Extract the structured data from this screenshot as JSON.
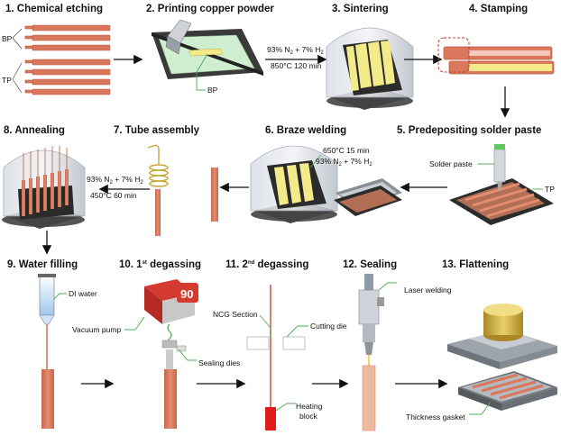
{
  "steps": [
    {
      "num": "1.",
      "name": "Chemical etching"
    },
    {
      "num": "2.",
      "name": "Printing copper powder"
    },
    {
      "num": "3.",
      "name": "Sintering"
    },
    {
      "num": "4.",
      "name": "Stamping"
    },
    {
      "num": "5.",
      "name": "Predepositing solder paste"
    },
    {
      "num": "6.",
      "name": "Braze welding"
    },
    {
      "num": "7.",
      "name": "Tube assembly"
    },
    {
      "num": "8.",
      "name": "Annealing"
    },
    {
      "num": "9.",
      "name": "Water filling"
    },
    {
      "num": "10. 1",
      "sup": "st",
      "rest": " degassing"
    },
    {
      "num": "11. 2",
      "sup": "nd",
      "rest": " degassing"
    },
    {
      "num": "12.",
      "name": "Sealing"
    },
    {
      "num": "13.",
      "name": "Flattening"
    }
  ],
  "labels": {
    "bp": "BP",
    "tp": "TP",
    "bp_powder": "BP",
    "solder_paste": "Solder paste",
    "tp_5": "TP",
    "di_water": "DI water",
    "vacuum_pump": "Vacuum pump",
    "sealing_dies": "Sealing dies",
    "ncg_section": "NCG Section",
    "cutting_die": "Cutting die",
    "heating_block_1": "Heating",
    "heating_block_2": "block",
    "laser_welding": "Laser welding",
    "thickness_gasket": "Thickness gasket",
    "pump_display": "90"
  },
  "conditions": {
    "sinter_gas_a": "93% N",
    "sinter_gas_sub1": "2",
    "sinter_gas_b": " + 7% H",
    "sinter_gas_sub2": "2",
    "sinter_temp": "850°C 120 min",
    "braze_temp": "650°C 15 min",
    "braze_gas_a": "93% N",
    "braze_gas_sub1": "2",
    "braze_gas_b": " + 7% H",
    "braze_gas_sub2": "2",
    "anneal_gas_a": "93% N",
    "anneal_gas_sub1": "2",
    "anneal_gas_b": " + 7% H",
    "anneal_gas_sub2": "2",
    "anneal_temp": "450°C 60 min"
  },
  "colors": {
    "copper": "#d9785c",
    "copper_dark": "#b85a3f",
    "dark_frame": "#2b2b2b",
    "dome": "#c9ced6",
    "yellow": "#f3ea8a",
    "green_board": "#cfeecf",
    "red_heater": "#e01b1b",
    "gold": "#c9a83c"
  },
  "icons": [
    "arrow-icon",
    "dome-icon",
    "vacuum-pump-icon",
    "laser-head-icon",
    "press-icon"
  ]
}
